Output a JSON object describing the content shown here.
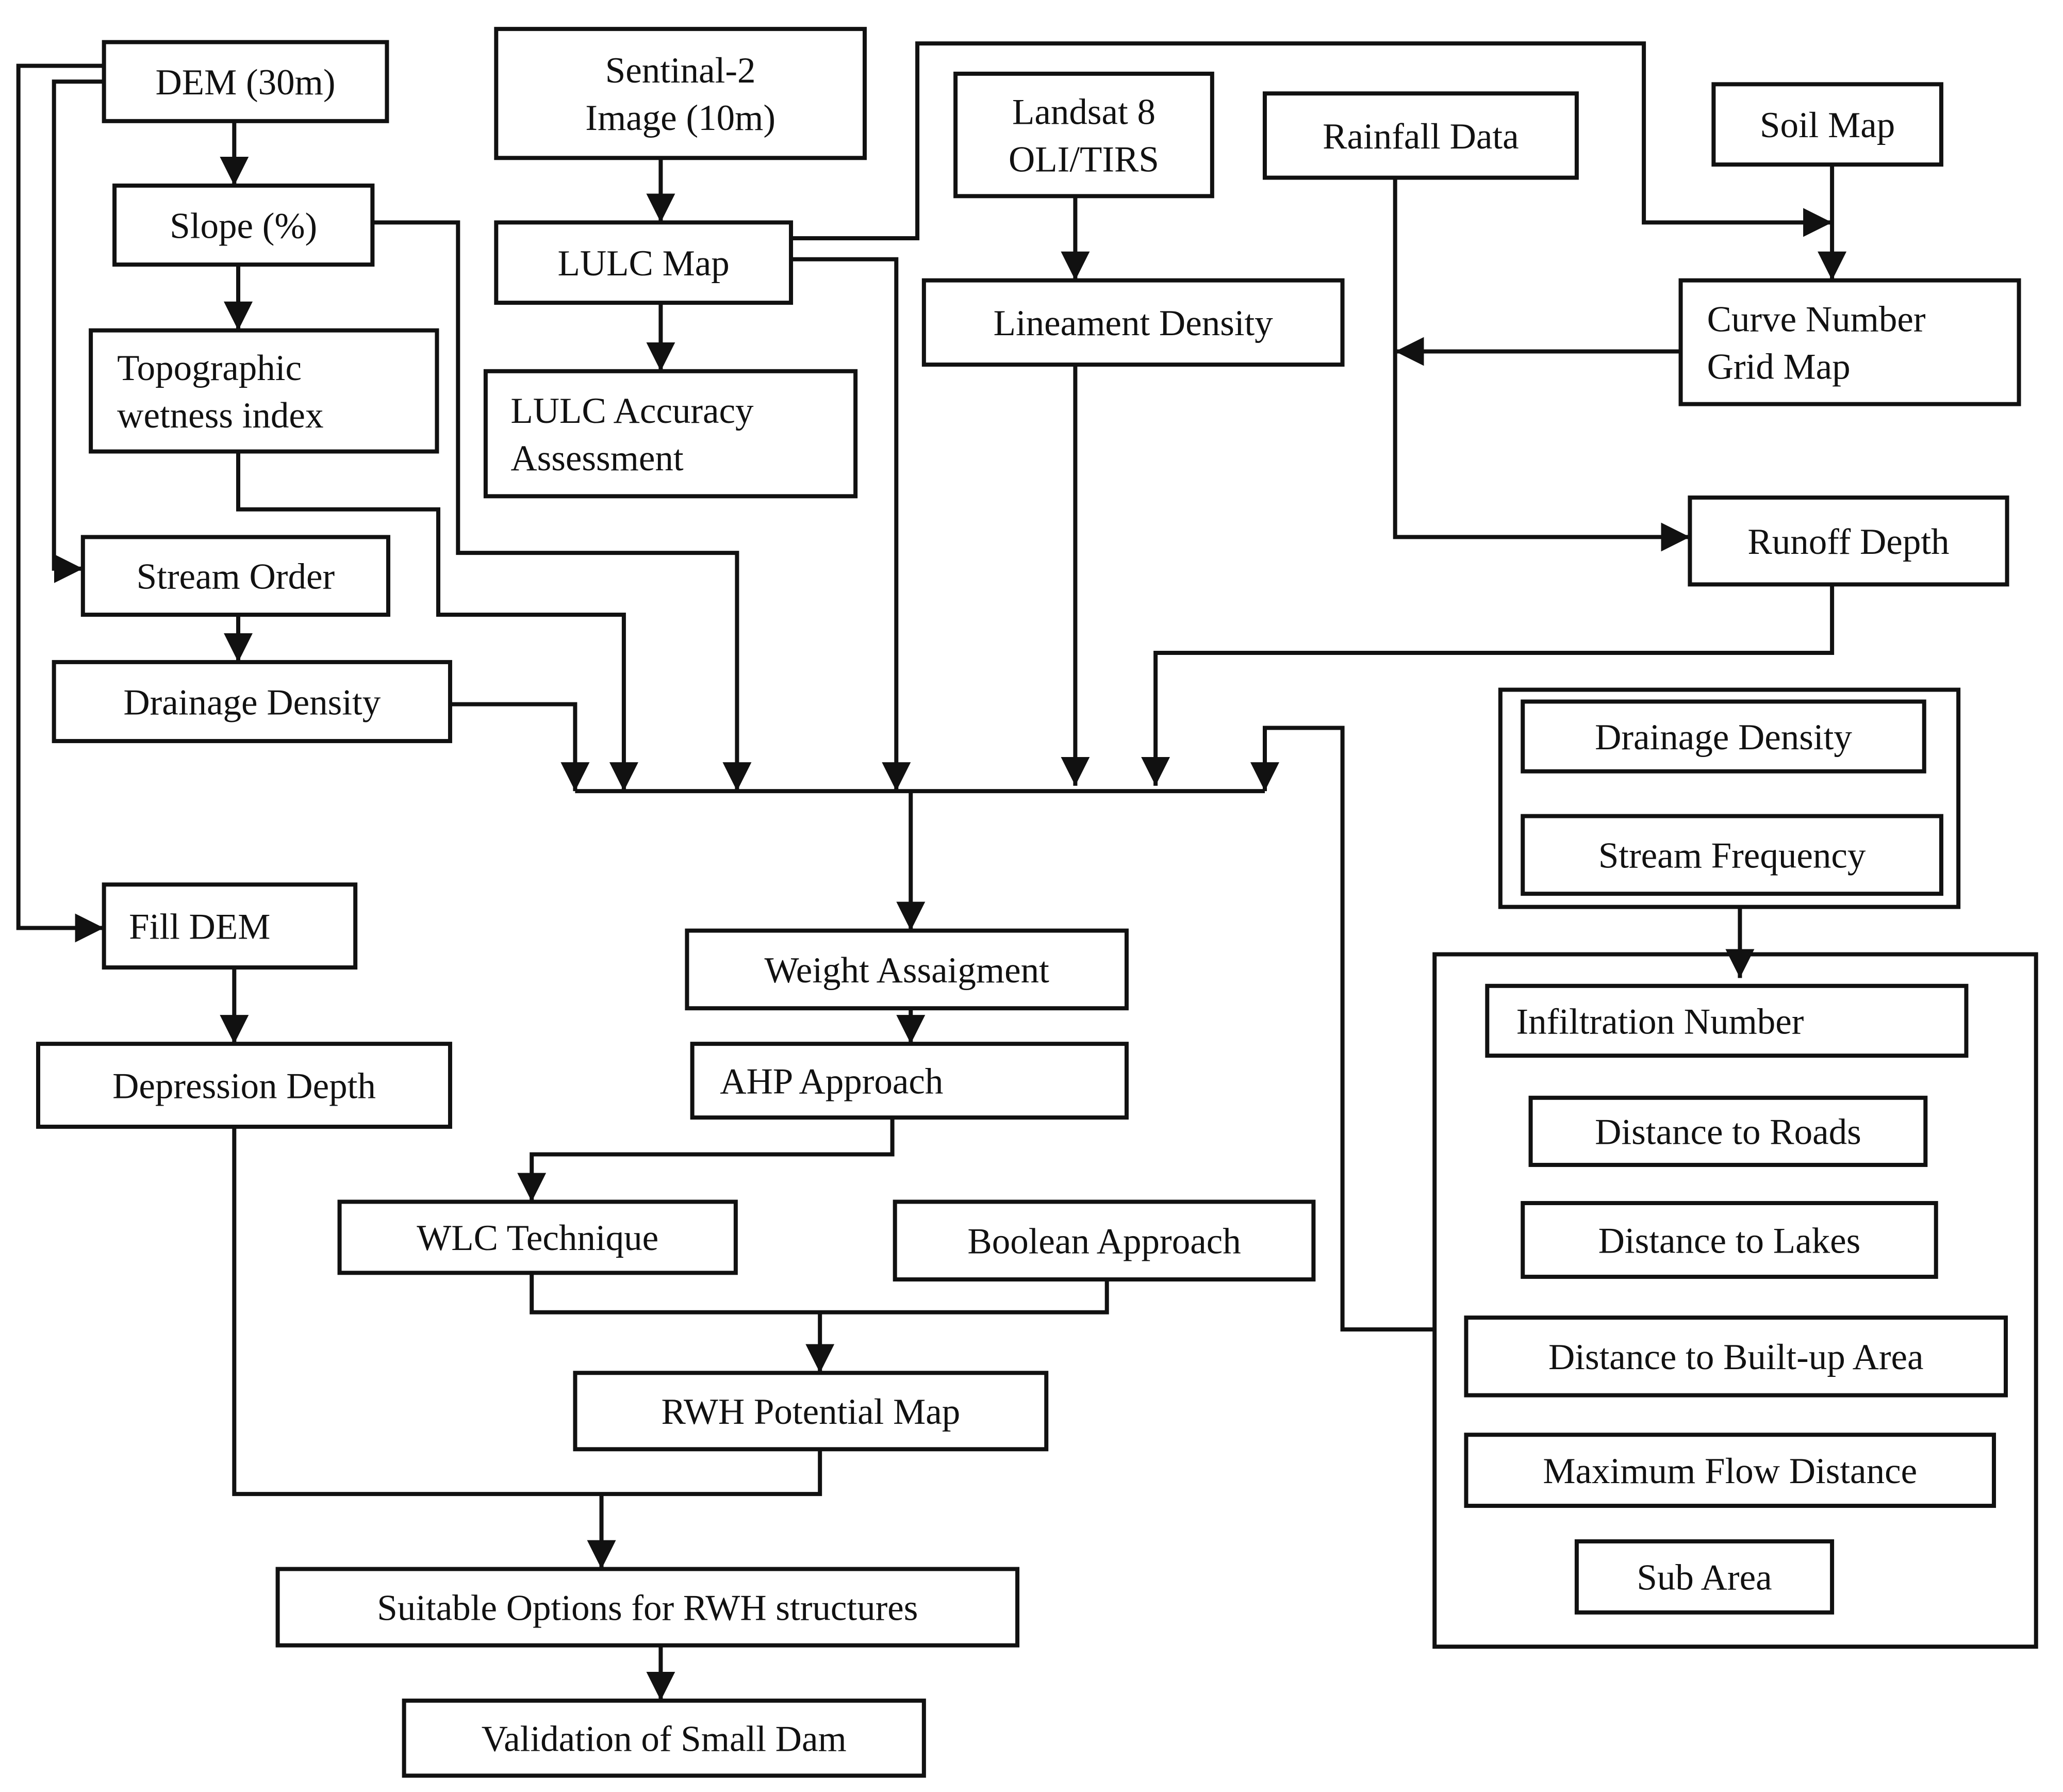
{
  "diagram": {
    "boxes": {
      "dem": [
        "DEM (30m)"
      ],
      "sentinel": [
        "Sentinal-2",
        "Image (10m)"
      ],
      "landsat": [
        "Landsat 8",
        "OLI/TIRS"
      ],
      "rainfall": [
        "Rainfall Data"
      ],
      "soil": [
        "Soil Map"
      ],
      "slope": [
        "Slope (%)"
      ],
      "lulc_map": [
        "LULC Map"
      ],
      "lineament": [
        "Lineament Density"
      ],
      "curve_number": [
        "Curve Number",
        "Grid Map"
      ],
      "twi": [
        "Topographic",
        "wetness index"
      ],
      "lulc_accuracy": [
        "LULC Accuracy",
        "Assessment"
      ],
      "runoff": [
        "Runoff Depth"
      ],
      "stream_order": [
        "Stream Order"
      ],
      "drainage_density_left": [
        "Drainage Density"
      ],
      "drainage_density_right": [
        "Drainage Density"
      ],
      "stream_frequency": [
        "Stream Frequency"
      ],
      "fill_dem": [
        "Fill DEM"
      ],
      "weight": [
        "Weight  Assaigment"
      ],
      "ahp": [
        "AHP Approach"
      ],
      "depression": [
        "Depression Depth"
      ],
      "wlc": [
        "WLC Technique"
      ],
      "boolean": [
        "Boolean Approach"
      ],
      "rwh_map": [
        "RWH  Potential Map"
      ],
      "suitable": [
        "Suitable Options for RWH structures"
      ],
      "validation": [
        "Validation of Small Dam"
      ],
      "infiltration": [
        "Infiltration Number"
      ],
      "dist_roads": [
        "Distance to Roads"
      ],
      "dist_lakes": [
        "Distance to Lakes"
      ],
      "dist_builtup": [
        "Distance to Built-up Area"
      ],
      "max_flow": [
        "Maximum Flow Distance"
      ],
      "sub_area": [
        "Sub Area"
      ]
    },
    "colors": {
      "line": "#111111",
      "text": "#111111",
      "background": "#ffffff"
    }
  }
}
